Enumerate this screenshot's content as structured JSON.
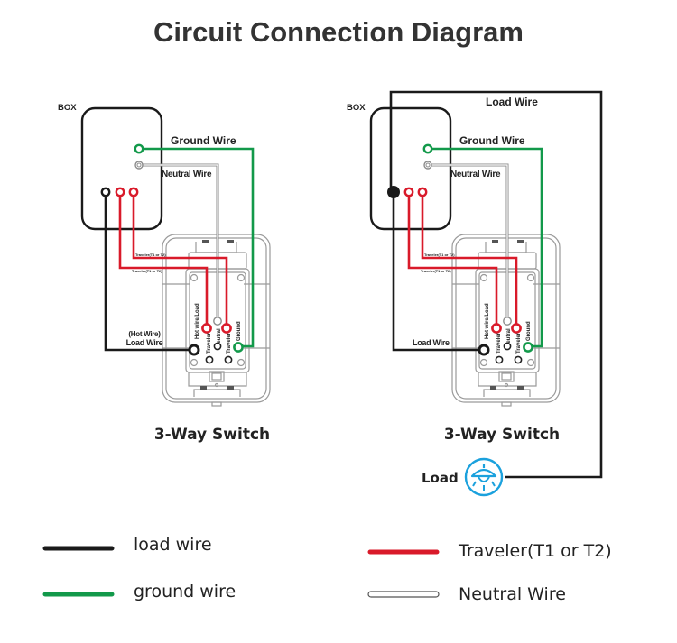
{
  "title": "Circuit Connection Diagram",
  "colors": {
    "load": "#1a1a1a",
    "ground": "#12994a",
    "traveler": "#d91a2a",
    "neutral": "#8c8c8c",
    "load_icon": "#1ba1dd",
    "title": "#333333"
  },
  "diagrams": [
    {
      "box_label": "BOX",
      "ground_label": "Ground  Wire",
      "neutral_label": "Neutral Wire",
      "traveler_label_1": "Traveler(T1 or T2)",
      "traveler_label_2": "Traveler(T1 or T2)",
      "load_label_line1": "(Hot Wire)",
      "load_label_line2": "Load Wire",
      "terminals": [
        "Hot wire/Load",
        "Traveler",
        "Neutral",
        "Traveler",
        "Ground"
      ],
      "switch_label": "3-Way Switch"
    },
    {
      "box_label": "BOX",
      "top_load_label": "Load Wire",
      "ground_label": "Ground  Wire",
      "neutral_label": "Neutral Wire",
      "traveler_label_1": "Traveler(T1 or T2)",
      "traveler_label_2": "Traveler(T1 or T2)",
      "load_label": "Load Wire",
      "terminals": [
        "Hot wire/Load",
        "Traveler",
        "Neutral",
        "Traveler",
        "Ground"
      ],
      "switch_label": "3-Way Switch",
      "load_device_label": "Load",
      "load_icon": "ceiling-lamp-icon"
    }
  ],
  "legend": [
    {
      "label": "load wire",
      "color_key": "load"
    },
    {
      "label": "ground wire",
      "color_key": "ground"
    },
    {
      "label": "Traveler(T1 or T2)",
      "color_key": "traveler"
    },
    {
      "label": "Neutral Wire",
      "color_key": "neutral"
    }
  ]
}
